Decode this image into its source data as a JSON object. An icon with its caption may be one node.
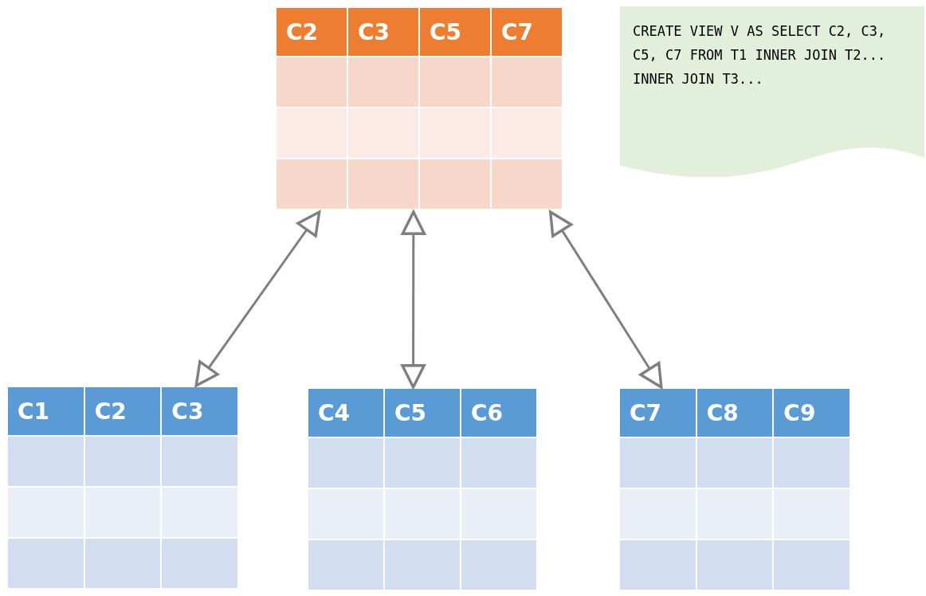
{
  "diagram": {
    "nodes": [
      {
        "text": [
          "C2",
          "C3",
          "C5",
          "C7"
        ]
      },
      {
        "text": [
          "CREATE VIEW V AS SELECT C2, C3, C5, C7 FROM T1 INNER JOIN T2... INNER JOIN T3..."
        ]
      },
      {
        "text": [
          "C1",
          "C2",
          "C3"
        ]
      },
      {
        "text": [
          "C4",
          "C5",
          "C6"
        ]
      },
      {
        "text": [
          "C7",
          "C8",
          "C9"
        ]
      }
    ],
    "edges": [
      {
        "from": 2,
        "to": 0,
        "arrow": "both"
      },
      {
        "from": 3,
        "to": 0,
        "arrow": "both"
      },
      {
        "from": 4,
        "to": 0,
        "arrow": "both"
      }
    ]
  }
}
